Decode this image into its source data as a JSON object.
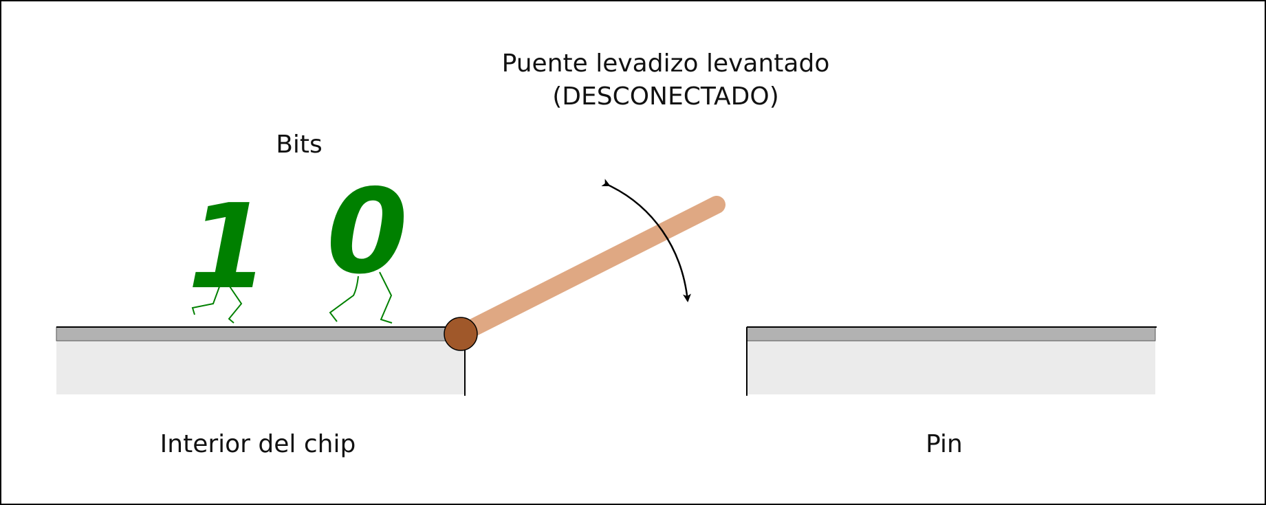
{
  "labels": {
    "title_line1": "Puente levadizo levantado",
    "title_line2": "(DESCONECTADO)",
    "bits": "Bits",
    "chip_interior": "Interior del chip",
    "pin": "Pin"
  },
  "bits": [
    "1",
    "0"
  ],
  "colors": {
    "bits": "#008000",
    "bridge": "#dfa883",
    "hinge": "#a0582a",
    "platform_top": "#b2b2b2",
    "platform_body": "#ebebeb",
    "outline": "#000000"
  },
  "icons": {
    "bridge": "drawbridge-plank",
    "hinge": "hinge-circle",
    "motion": "curved-double-arrow"
  }
}
